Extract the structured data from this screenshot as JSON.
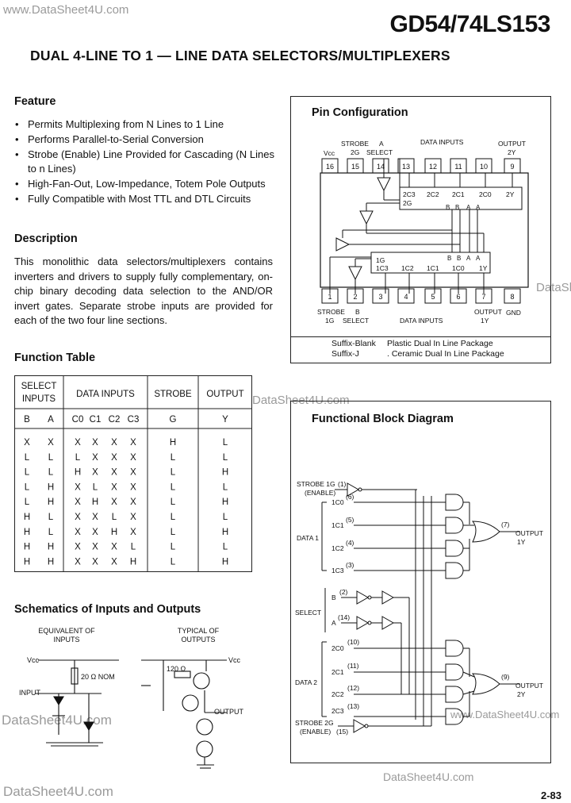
{
  "watermark": {
    "top": "www.DataSheet4U.com",
    "mid_left": "DataSheet4U.com",
    "right_edge": "DataShee",
    "table": "DataSheet4U.com",
    "bottom_right1": "www.DataSheet4U.com",
    "bottom_right2": "DataSheet4U.com",
    "bottom_left": "DataSheet4U.com"
  },
  "header": {
    "part_number": "GD54/74LS153",
    "title": "DUAL 4-LINE TO 1 — LINE DATA SELECTORS/MULTIPLEXERS"
  },
  "feature": {
    "heading": "Feature",
    "items": [
      "Permits Multiplexing from N Lines to 1 Line",
      "Performs Parallel-to-Serial Conversion",
      "Strobe (Enable) Line Provided for Cascading (N Lines to n Lines)",
      "High-Fan-Out, Low-Impedance, Totem Pole Outputs",
      "Fully Compatible with Most TTL and DTL Circuits"
    ]
  },
  "description": {
    "heading": "Description",
    "text": "This monolithic data selectors/multiplexers contains inverters and drivers to supply fully complementary, on-chip binary decoding data selection to the AND/OR invert gates. Separate strobe inputs are provided for each of the two four line sections."
  },
  "function_table": {
    "heading": "Function Table",
    "header1": [
      "SELECT INPUTS",
      "DATA INPUTS",
      "STROBE",
      "OUTPUT"
    ],
    "header2": [
      "B",
      "A",
      "C0",
      "C1",
      "C2",
      "C3",
      "G",
      "Y"
    ],
    "rows": [
      [
        "X",
        "X",
        "X",
        "X",
        "X",
        "X",
        "H",
        "L"
      ],
      [
        "L",
        "L",
        "L",
        "X",
        "X",
        "X",
        "L",
        "L"
      ],
      [
        "L",
        "L",
        "H",
        "X",
        "X",
        "X",
        "L",
        "H"
      ],
      [
        "L",
        "H",
        "X",
        "L",
        "X",
        "X",
        "L",
        "L"
      ],
      [
        "L",
        "H",
        "X",
        "H",
        "X",
        "X",
        "L",
        "H"
      ],
      [
        "H",
        "L",
        "X",
        "X",
        "L",
        "X",
        "L",
        "L"
      ],
      [
        "H",
        "L",
        "X",
        "X",
        "H",
        "X",
        "L",
        "H"
      ],
      [
        "H",
        "H",
        "X",
        "X",
        "X",
        "L",
        "L",
        "L"
      ],
      [
        "H",
        "H",
        "X",
        "X",
        "X",
        "H",
        "L",
        "H"
      ]
    ]
  },
  "schematics": {
    "heading": "Schematics of Inputs and Outputs",
    "equiv_label": "EQUIVALENT OF INPUTS",
    "typical_label": "TYPICAL OF OUTPUTS",
    "vcc": "Vcc",
    "resistor_in": "20 Ω NOM",
    "resistor_out": "120 Ω",
    "input_label": "INPUT",
    "output_label": "OUTPUT"
  },
  "pin_config": {
    "heading": "Pin Configuration",
    "top_labels": {
      "vcc": "Vcc",
      "strobe": "STROBE",
      "strobe_pin": "2G",
      "a": "A",
      "select": "SELECT",
      "data_inputs": "DATA INPUTS",
      "output": "OUTPUT",
      "output_pin": "2Y"
    },
    "top_pins": [
      "16",
      "15",
      "14",
      "13",
      "12",
      "11",
      "10",
      "9"
    ],
    "bottom_pins": [
      "1",
      "2",
      "3",
      "4",
      "5",
      "6",
      "7",
      "8"
    ],
    "bottom_labels": {
      "strobe": "STROBE",
      "strobe_pin": "1G",
      "b": "B",
      "select": "SELECT",
      "data_inputs": "DATA INPUTS",
      "output": "OUTPUT",
      "output_pin": "1Y",
      "gnd": "GND"
    },
    "upper_block": [
      "2C3",
      "2C2",
      "2C1",
      "2C0",
      "2Y",
      "2G",
      "B",
      "B",
      "A",
      "A"
    ],
    "lower_block": [
      "1G",
      "1C3",
      "1C2",
      "1C1",
      "1C0",
      "1Y",
      "B",
      "B",
      "A",
      "A"
    ],
    "suffix_blank": "Suffix-Blank",
    "suffix_blank_desc": "Plastic Dual In Line Package",
    "suffix_j": "Suffix-J",
    "suffix_j_desc": ". Ceramic Dual In Line Package"
  },
  "block_diagram": {
    "heading": "Functional Block Diagram",
    "strobe1": "STROBE 1G",
    "enable1": "(ENABLE)",
    "pin1": "(1)",
    "data1": "DATA 1",
    "in1": [
      {
        "name": "1C0",
        "pin": "(6)"
      },
      {
        "name": "1C1",
        "pin": "(5)"
      },
      {
        "name": "1C2",
        "pin": "(4)"
      },
      {
        "name": "1C3",
        "pin": "(3)"
      }
    ],
    "out1_pin": "(7)",
    "out1": "OUTPUT",
    "out1_name": "1Y",
    "select": "SELECT",
    "sel_b": "B",
    "sel_b_pin": "(2)",
    "sel_a": "A",
    "sel_a_pin": "(14)",
    "data2": "DATA 2",
    "in2": [
      {
        "name": "2C0",
        "pin": "(10)"
      },
      {
        "name": "2C1",
        "pin": "(11)"
      },
      {
        "name": "2C2",
        "pin": "(12)"
      },
      {
        "name": "2C3",
        "pin": "(13)"
      }
    ],
    "out2_pin": "(9)",
    "out2": "OUTPUT",
    "out2_name": "2Y",
    "strobe2": "STROBE 2G",
    "enable2": "(ENABLE)",
    "pin15": "(15)"
  },
  "page_number": "2-83"
}
